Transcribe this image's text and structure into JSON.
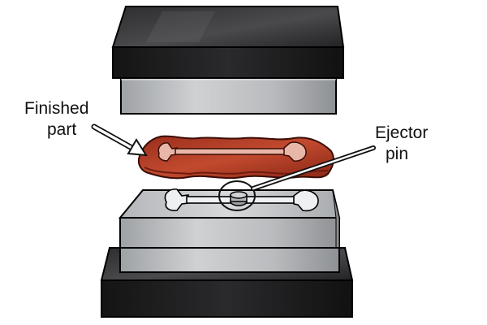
{
  "labels": {
    "finished_part_line1": "Finished",
    "finished_part_line2": "part",
    "ejector_pin_line1": "Ejector",
    "ejector_pin_line2": "pin"
  },
  "colors": {
    "press_block": "#2a2a2c",
    "steel_die": "#c4c6c8",
    "part": "#b83c25",
    "spanner_metal": "#d9dcdf",
    "background": "#ffffff"
  }
}
